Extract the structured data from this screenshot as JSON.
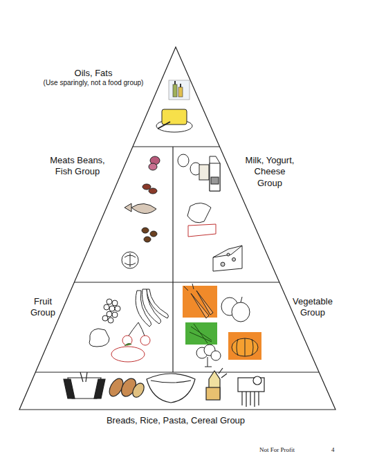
{
  "diagram": {
    "nodes": [
      {
        "text": [
          "Oils, Fats",
          "(Use sparingly, not a food group)"
        ]
      },
      {
        "text": [
          "Meats Beans, Fish Group"
        ]
      },
      {
        "text": [
          "Milk, Yogurt, Cheese Group"
        ]
      },
      {
        "text": [
          "Fruit Group"
        ]
      },
      {
        "text": [
          "Vegetable Group"
        ]
      },
      {
        "text": [
          "Breads, Rice, Pasta, Cereal Group"
        ]
      }
    ],
    "labels": [
      "Not For Profit",
      "4"
    ]
  }
}
